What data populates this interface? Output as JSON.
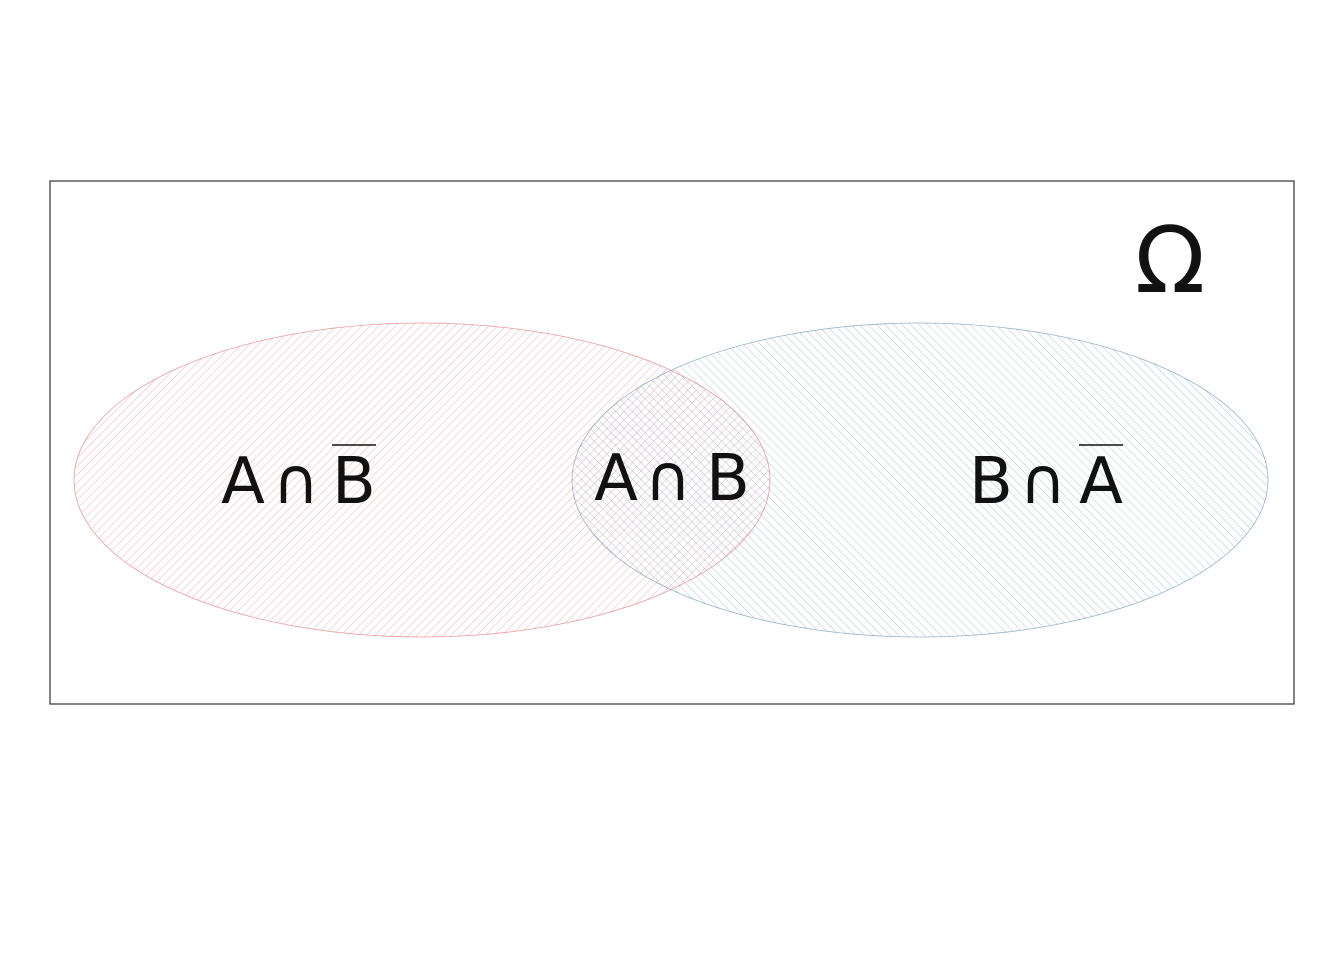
{
  "diagram": {
    "universe_label": "Ω",
    "regions": {
      "a_only": {
        "left": "A",
        "op": "∩",
        "right": "B",
        "overlined": "right"
      },
      "a_and_b": {
        "left": "A",
        "op": "∩",
        "right": "B",
        "overlined": "none"
      },
      "b_only": {
        "left": "B",
        "op": "∩",
        "right": "A",
        "overlined": "right"
      }
    },
    "colors": {
      "set_a": "#e0707a",
      "set_b": "#6f93b4",
      "frame": "#333333"
    }
  }
}
